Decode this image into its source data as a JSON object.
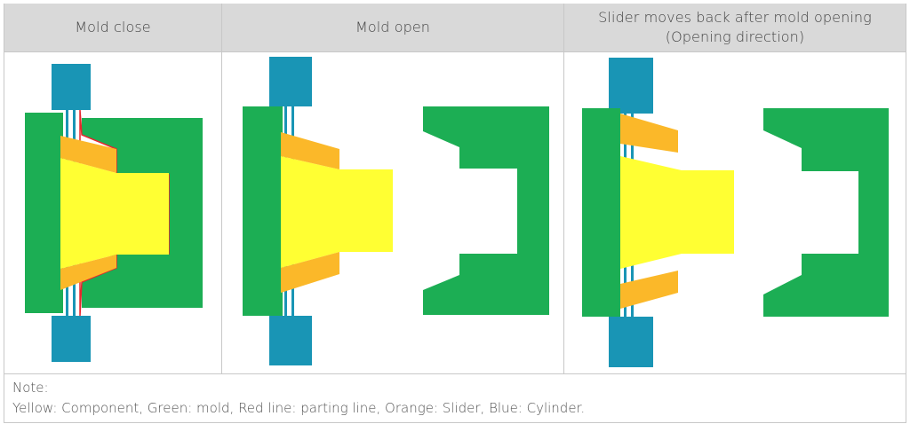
{
  "headers": {
    "col1": "Mold close",
    "col2": "Mold open",
    "col3": "Slider moves back after mold opening\n(Opening direction)"
  },
  "note": {
    "title": "Note:",
    "legend": "Yellow: Component, Green: mold, Red line: parting line, Orange: Slider, Blue: Cylinder."
  },
  "colors": {
    "component": "#ffff33",
    "mold": "#1cae54",
    "parting_line": "#e8262d",
    "slider": "#fbb829",
    "cylinder": "#1995b5"
  }
}
